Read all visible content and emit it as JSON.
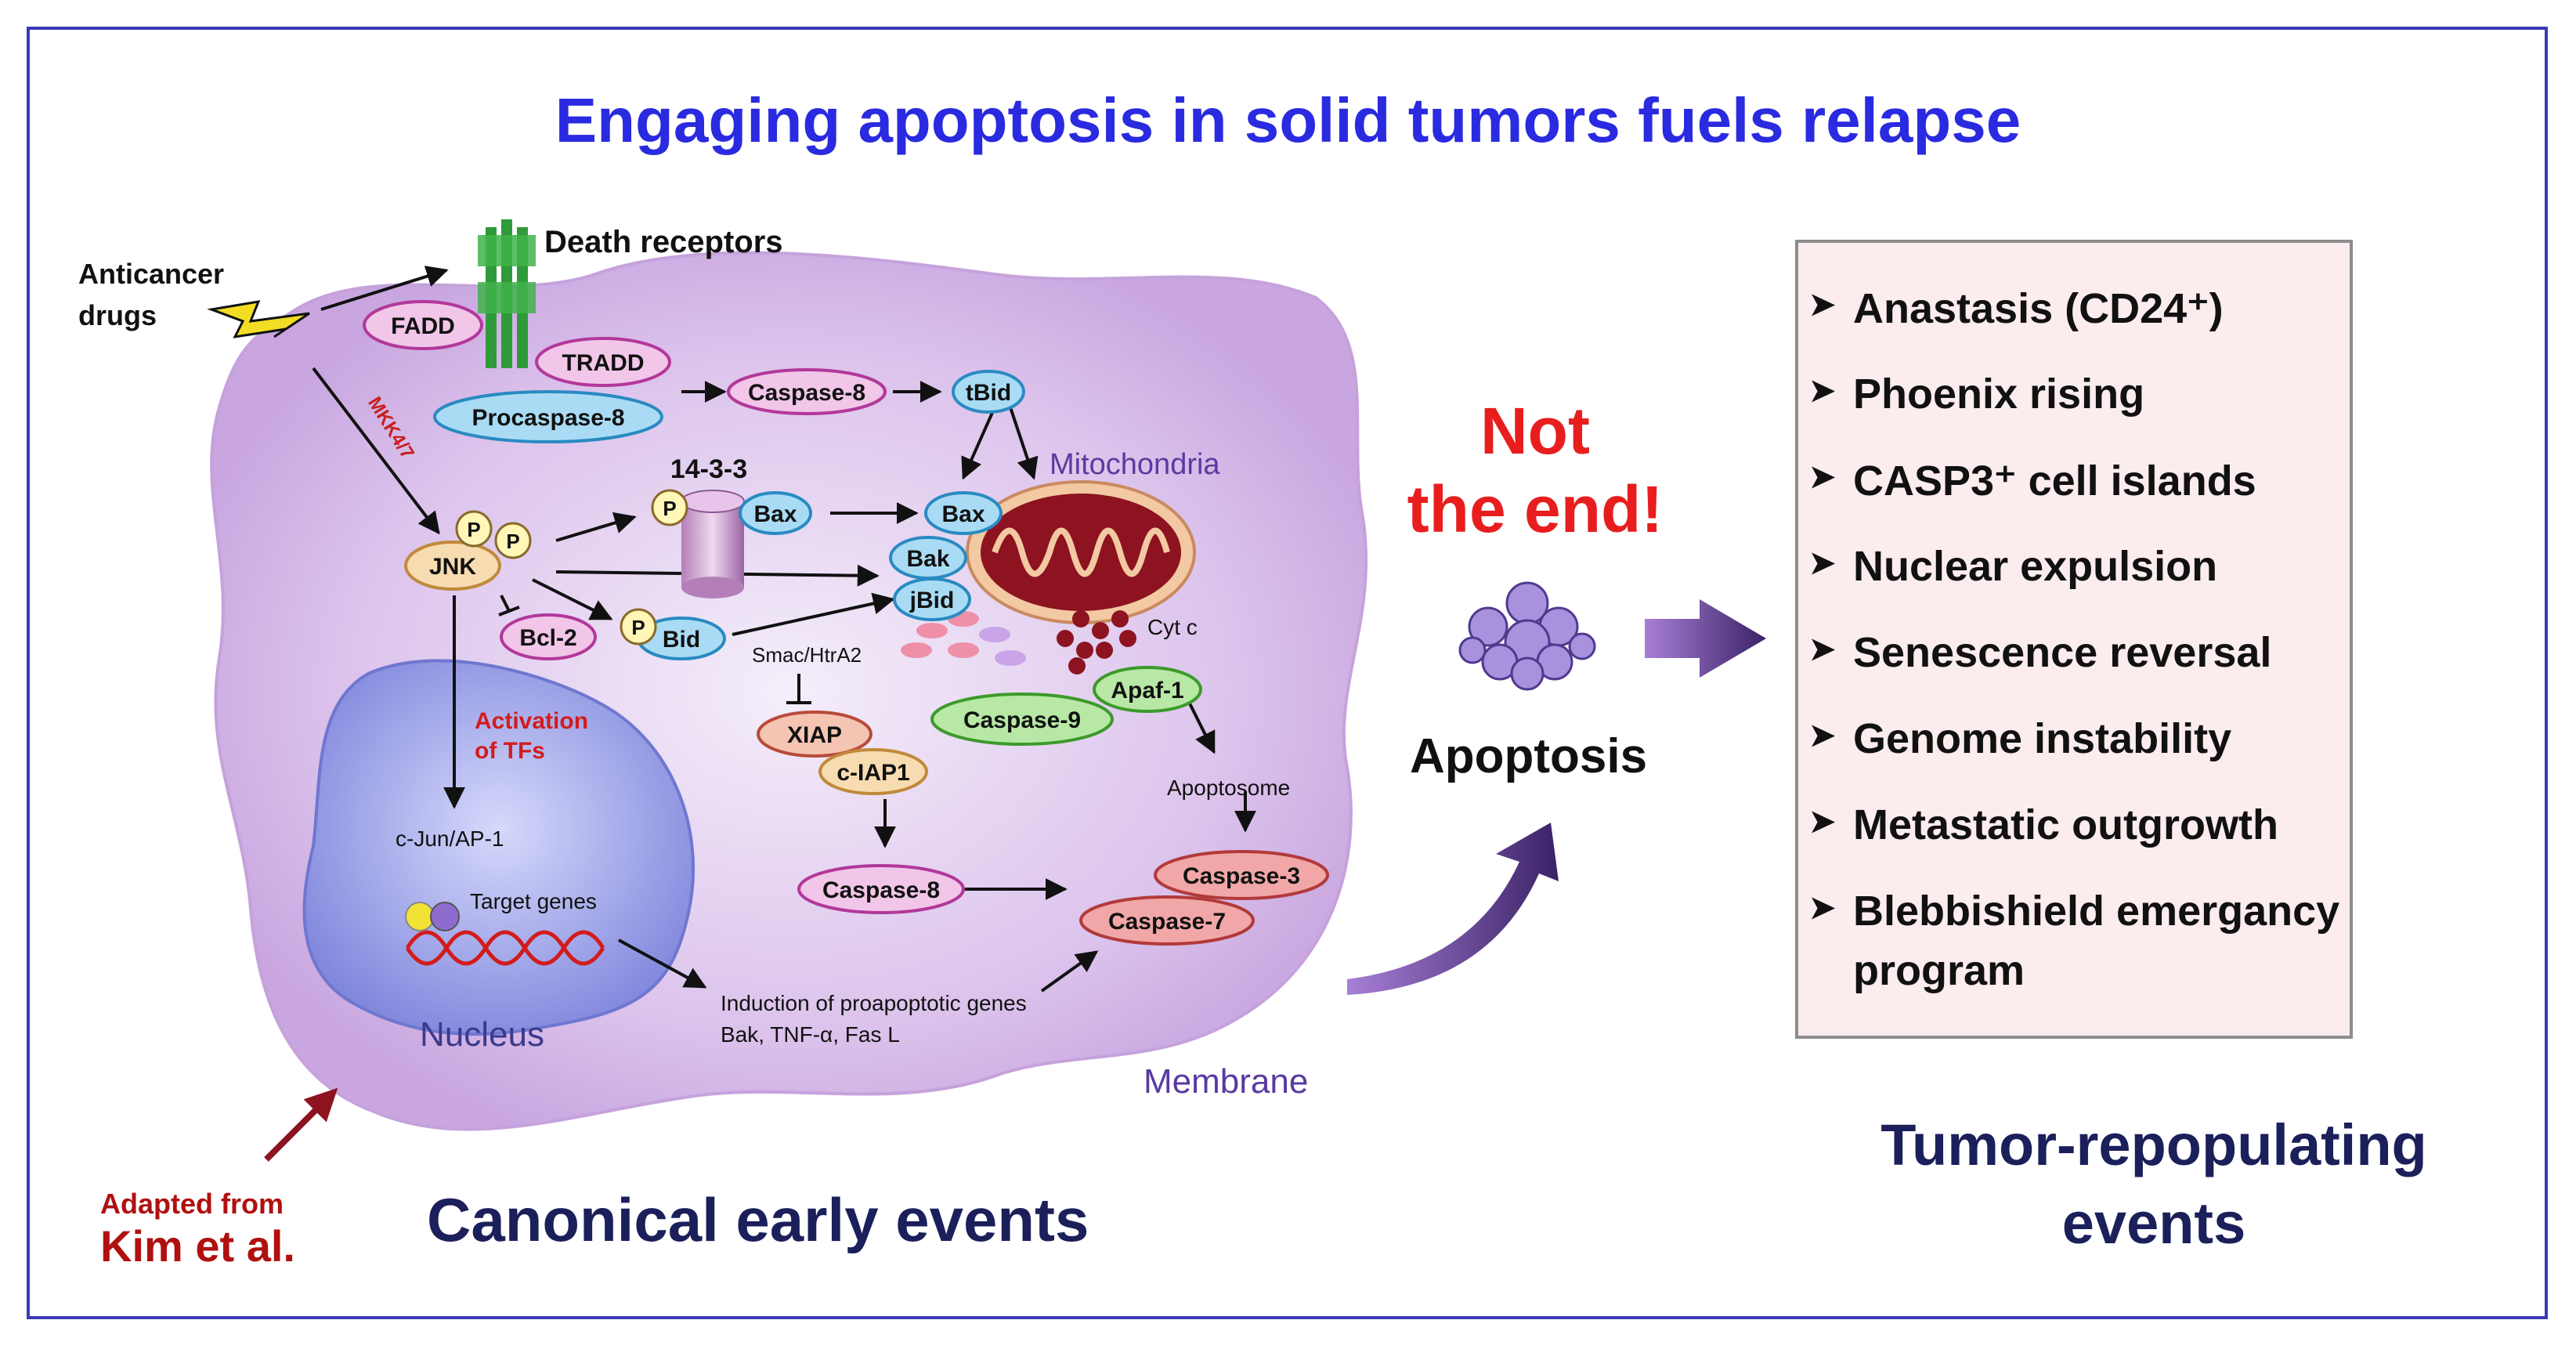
{
  "title": "Engaging apoptosis in solid tumors fuels relapse",
  "diagram": {
    "anticancer_line1": "Anticancer",
    "anticancer_line2": "drugs",
    "death_receptors": "Death receptors",
    "fadd": "FADD",
    "tradd": "TRADD",
    "procaspase8": "Procaspase-8",
    "caspase8_top": "Caspase-8",
    "tbid": "tBid",
    "mitochondria": "Mitochondria",
    "mkk47": "MKK4/7",
    "jnk": "JNK",
    "p": "P",
    "protein_1433": "14-3-3",
    "bax_left": "Bax",
    "bax_right": "Bax",
    "bak": "Bak",
    "jbid": "jBid",
    "bcl2": "Bcl-2",
    "bid": "Bid",
    "smac": "Smac/HtrA2",
    "cytc": "Cyt c",
    "apaf1": "Apaf-1",
    "caspase9": "Caspase-9",
    "xiap": "XIAP",
    "ciap1": "c-IAP1",
    "activation_line1": "Activation",
    "activation_line2": "of TFs",
    "cjun": "c-Jun/AP-1",
    "target_genes": "Target genes",
    "apoptosome": "Apoptosome",
    "caspase8_bottom": "Caspase-8",
    "caspase3": "Caspase-3",
    "caspase7": "Caspase-7",
    "induction_line1": "Induction of proapoptotic genes",
    "induction_line2": "Bak, TNF-α, Fas L",
    "nucleus": "Nucleus",
    "membrane": "Membrane"
  },
  "not_end_line1": "Not",
  "not_end_line2": "the end!",
  "apoptosis_label": "Apoptosis",
  "events": [
    "Anastasis (CD24⁺)",
    "Phoenix rising",
    "CASP3⁺ cell islands",
    "Nuclear expulsion",
    "Senescence reversal",
    "Genome instability",
    "Metastatic outgrowth",
    "Blebbishield emergancy",
    "program"
  ],
  "bottom_left": "Canonical early events",
  "bottom_right_line1": "Tumor-repopulating",
  "bottom_right_line2": "events",
  "adapted_from": "Adapted from",
  "kim": "Kim et al.",
  "colors": {
    "title": "#2a2ae0",
    "accent_red": "#e81e1e",
    "navy": "#1b1f5a",
    "cell": "#dcc3ec",
    "nucleus": "#8a8fe0"
  },
  "bullet_icon": "chevron-right-icon"
}
